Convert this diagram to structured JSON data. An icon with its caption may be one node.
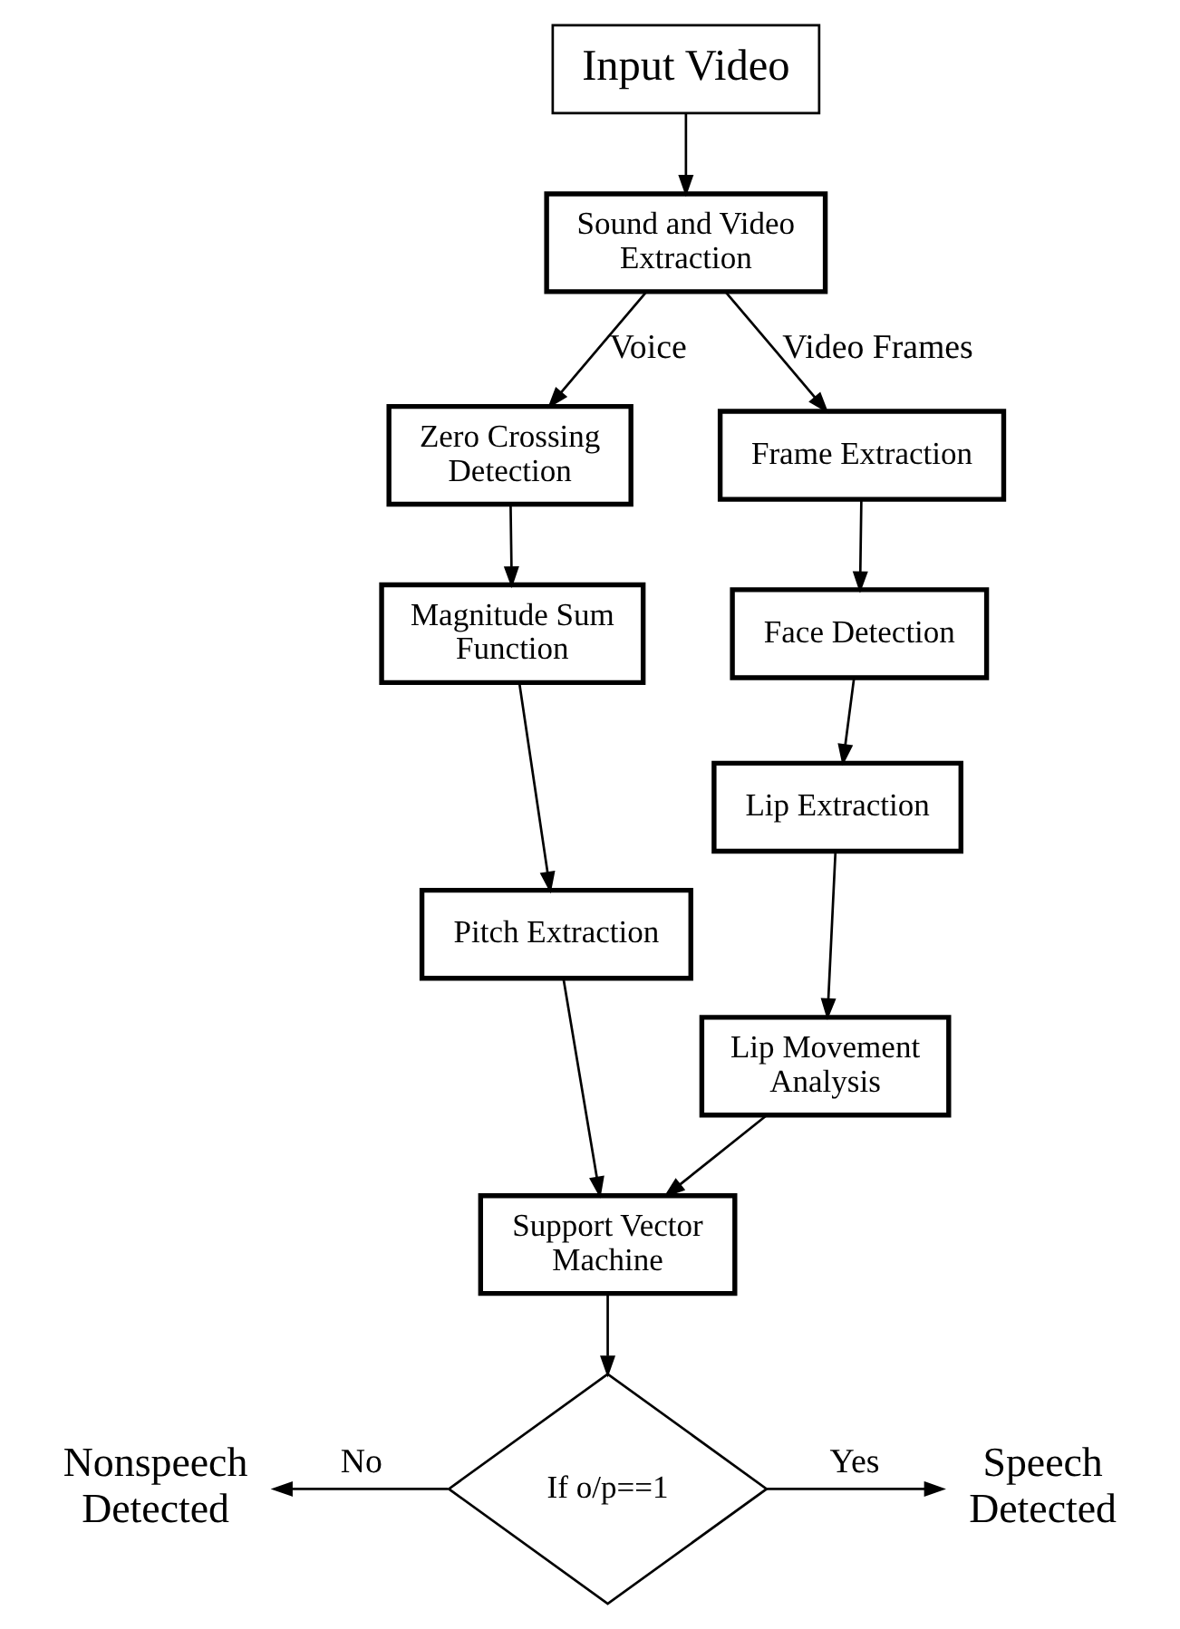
{
  "diagram": {
    "nodes": [
      {
        "text": [
          "Input Video"
        ]
      },
      {
        "text": [
          "Sound and Video Extraction"
        ]
      },
      {
        "text": [
          "Zero Crossing Detection"
        ]
      },
      {
        "text": [
          "Magnitude Sum Function"
        ]
      },
      {
        "text": [
          "Pitch Extraction"
        ]
      },
      {
        "text": [
          "Frame Extraction"
        ]
      },
      {
        "text": [
          "Face Detection"
        ]
      },
      {
        "text": [
          "Lip Extraction"
        ]
      },
      {
        "text": [
          "Lip Movement Analysis"
        ]
      },
      {
        "text": [
          "Support Vector Machine"
        ]
      },
      {
        "text": [
          "If o/p==1"
        ]
      },
      {
        "text": [
          "Nonspeech Detected"
        ]
      },
      {
        "text": [
          "Speech Detected"
        ]
      }
    ],
    "edges": [
      {
        "from": 0,
        "to": 1,
        "arrow": "to"
      },
      {
        "from": 1,
        "to": 2,
        "arrow": "to",
        "label": "Voice"
      },
      {
        "from": 1,
        "to": 5,
        "arrow": "to",
        "label": "Video Frames"
      },
      {
        "from": 2,
        "to": 3,
        "arrow": "to"
      },
      {
        "from": 3,
        "to": 4,
        "arrow": "to"
      },
      {
        "from": 5,
        "to": 6,
        "arrow": "to"
      },
      {
        "from": 6,
        "to": 7,
        "arrow": "to"
      },
      {
        "from": 7,
        "to": 8,
        "arrow": "to"
      },
      {
        "from": 4,
        "to": 9,
        "arrow": "to"
      },
      {
        "from": 8,
        "to": 9,
        "arrow": "to"
      },
      {
        "from": 9,
        "to": 10,
        "arrow": "to"
      },
      {
        "from": 10,
        "to": 11,
        "arrow": "to",
        "label": "No"
      },
      {
        "from": 10,
        "to": 12,
        "arrow": "to",
        "label": "Yes"
      }
    ]
  }
}
